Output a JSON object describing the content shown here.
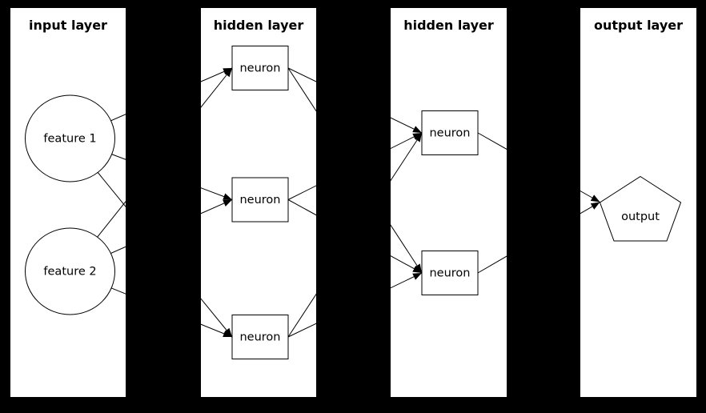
{
  "diagram": {
    "type": "neural-network",
    "colors": {
      "background": "#000000",
      "panel_fill": "#ffffff",
      "stroke": "#000000",
      "text": "#000000"
    },
    "layers": [
      {
        "title": "input layer",
        "nodes": [
          {
            "id": "feature-1",
            "label": "feature 1",
            "shape": "circle"
          },
          {
            "id": "feature-2",
            "label": "feature 2",
            "shape": "circle"
          }
        ]
      },
      {
        "title": "hidden layer",
        "nodes": [
          {
            "id": "h1-neuron-1",
            "label": "neuron",
            "shape": "rect"
          },
          {
            "id": "h1-neuron-2",
            "label": "neuron",
            "shape": "rect"
          },
          {
            "id": "h1-neuron-3",
            "label": "neuron",
            "shape": "rect"
          }
        ]
      },
      {
        "title": "hidden layer",
        "nodes": [
          {
            "id": "h2-neuron-1",
            "label": "neuron",
            "shape": "rect"
          },
          {
            "id": "h2-neuron-2",
            "label": "neuron",
            "shape": "rect"
          }
        ]
      },
      {
        "title": "output layer",
        "nodes": [
          {
            "id": "output",
            "label": "output",
            "shape": "pentagon"
          }
        ]
      }
    ],
    "edges": [
      {
        "from": "feature-1",
        "to": "h1-neuron-1"
      },
      {
        "from": "feature-1",
        "to": "h1-neuron-2"
      },
      {
        "from": "feature-1",
        "to": "h1-neuron-3"
      },
      {
        "from": "feature-2",
        "to": "h1-neuron-1"
      },
      {
        "from": "feature-2",
        "to": "h1-neuron-2"
      },
      {
        "from": "feature-2",
        "to": "h1-neuron-3"
      },
      {
        "from": "h1-neuron-1",
        "to": "h2-neuron-1"
      },
      {
        "from": "h1-neuron-1",
        "to": "h2-neuron-2"
      },
      {
        "from": "h1-neuron-2",
        "to": "h2-neuron-1"
      },
      {
        "from": "h1-neuron-2",
        "to": "h2-neuron-2"
      },
      {
        "from": "h1-neuron-3",
        "to": "h2-neuron-1"
      },
      {
        "from": "h1-neuron-3",
        "to": "h2-neuron-2"
      },
      {
        "from": "h2-neuron-1",
        "to": "output"
      },
      {
        "from": "h2-neuron-2",
        "to": "output"
      }
    ]
  }
}
